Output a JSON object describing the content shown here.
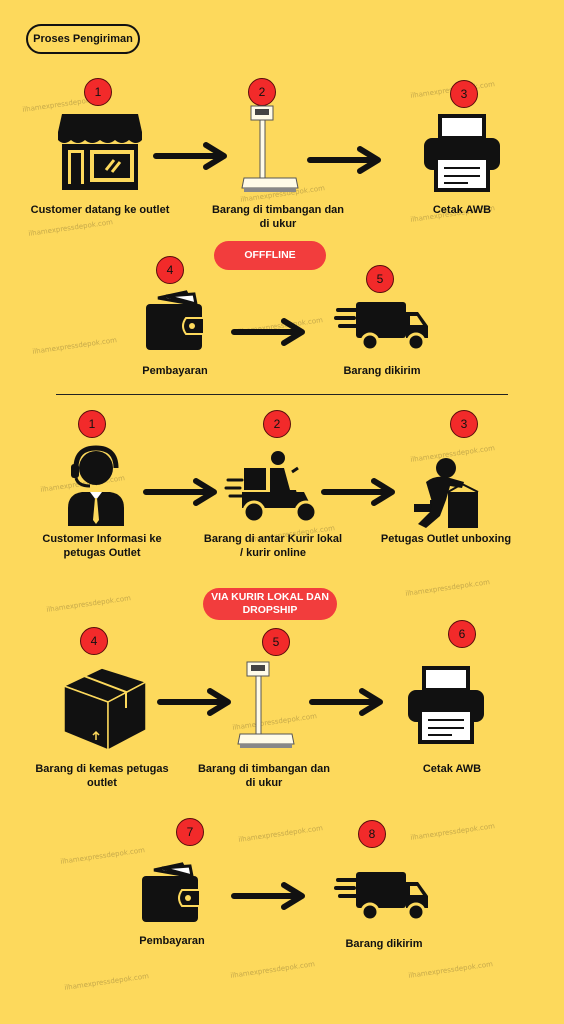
{
  "title": "Proses Pengiriman",
  "offline_label": "OFFFLINE",
  "courier_label": "VIA KURIR LOKAL DAN DROPSHIP",
  "offline_steps": [
    {
      "num": "1",
      "label": "Customer datang ke outlet",
      "icon": "storefront-icon"
    },
    {
      "num": "2",
      "label": "Barang di timbangan dan di ukur",
      "icon": "scale-icon"
    },
    {
      "num": "3",
      "label": "Cetak AWB",
      "icon": "printer-icon"
    },
    {
      "num": "4",
      "label": "Pembayaran",
      "icon": "wallet-icon"
    },
    {
      "num": "5",
      "label": "Barang dikirim",
      "icon": "delivery-truck-icon"
    }
  ],
  "courier_steps": [
    {
      "num": "1",
      "label": "Customer Informasi ke petugas Outlet",
      "icon": "customer-service-icon"
    },
    {
      "num": "2",
      "label": "Barang di antar Kurir lokal / kurir online",
      "icon": "scooter-courier-icon"
    },
    {
      "num": "3",
      "label": "Petugas Outlet unboxing",
      "icon": "worker-unboxing-icon"
    },
    {
      "num": "4",
      "label": "Barang di kemas petugas outlet",
      "icon": "package-box-icon"
    },
    {
      "num": "5",
      "label": "Barang di timbangan dan di ukur",
      "icon": "scale-icon"
    },
    {
      "num": "6",
      "label": "Cetak AWB",
      "icon": "printer-icon"
    },
    {
      "num": "7",
      "label": "Pembayaran",
      "icon": "wallet-icon"
    },
    {
      "num": "8",
      "label": "Barang dikirim",
      "icon": "delivery-truck-icon"
    }
  ],
  "watermark": "ilhamexpressdepok.com",
  "colors": {
    "background": "#fdd95c",
    "badge": "#f22a2a",
    "pill": "#f23d3d",
    "ink": "#111111"
  }
}
